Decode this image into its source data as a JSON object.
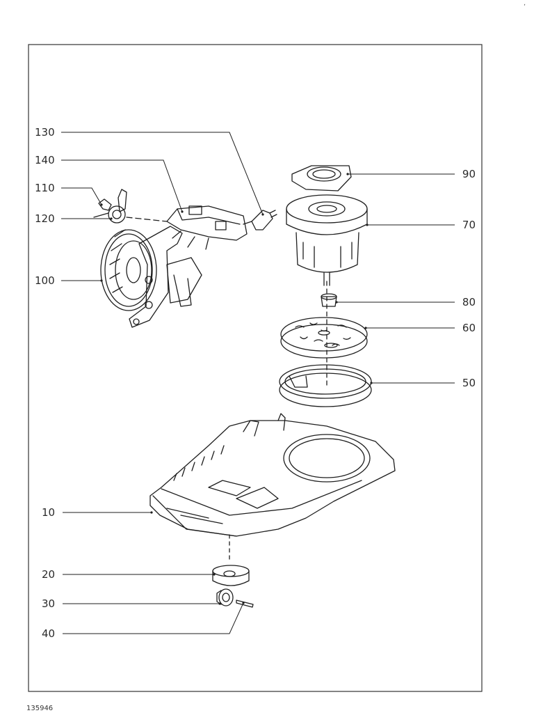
{
  "diagram": {
    "doc_number": "135946",
    "parts": [
      {
        "id": "130",
        "label": "130"
      },
      {
        "id": "140",
        "label": "140"
      },
      {
        "id": "110",
        "label": "110"
      },
      {
        "id": "120",
        "label": "120"
      },
      {
        "id": "100",
        "label": "100"
      },
      {
        "id": "90",
        "label": "90"
      },
      {
        "id": "70",
        "label": "70"
      },
      {
        "id": "80",
        "label": "80"
      },
      {
        "id": "60",
        "label": "60"
      },
      {
        "id": "50",
        "label": "50"
      },
      {
        "id": "10",
        "label": "10"
      },
      {
        "id": "20",
        "label": "20"
      },
      {
        "id": "30",
        "label": "30"
      },
      {
        "id": "40",
        "label": "40"
      }
    ]
  }
}
